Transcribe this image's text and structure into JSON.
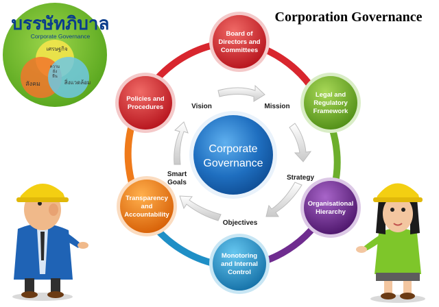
{
  "title": "Corporation Governance",
  "logo": {
    "thai_title": "บรรษัทภิบาล",
    "subtitle": "Corporate Governance",
    "circle_economy": "เศรษฐกิจ",
    "circle_society": "สังคม",
    "circle_environment": "สิ่งแวดล้อม",
    "center_line1": "ความ",
    "center_line2": "ยั่ง",
    "center_line3": "ยืน"
  },
  "center": {
    "line1": "Corporate",
    "line2": "Governance"
  },
  "nodes": [
    {
      "id": "board",
      "lines": [
        "Board of",
        "Directors and",
        "Committees"
      ],
      "color": "#d8262e"
    },
    {
      "id": "legal",
      "lines": [
        "Legal and",
        "Regulatory",
        "Framework"
      ],
      "color": "#6cae2c"
    },
    {
      "id": "hierarchy",
      "lines": [
        "Organisational",
        "Hierarchy"
      ],
      "color": "#6f2c8f"
    },
    {
      "id": "monitoring",
      "lines": [
        "Monotoring",
        "and Internal",
        "Control"
      ],
      "color": "#1f8fc6"
    },
    {
      "id": "transparency",
      "lines": [
        "Transparency",
        "and",
        "Accountability"
      ],
      "color": "#ef7a1a"
    },
    {
      "id": "policies",
      "lines": [
        "Policies and",
        "Procedures"
      ],
      "color": "#d8262e"
    }
  ],
  "cycle_labels": {
    "vision": "Vision",
    "mission": "Mission",
    "strategy": "Strategy",
    "objectives": "Objectives",
    "smart1": "Smart",
    "smart2": "Goals"
  }
}
